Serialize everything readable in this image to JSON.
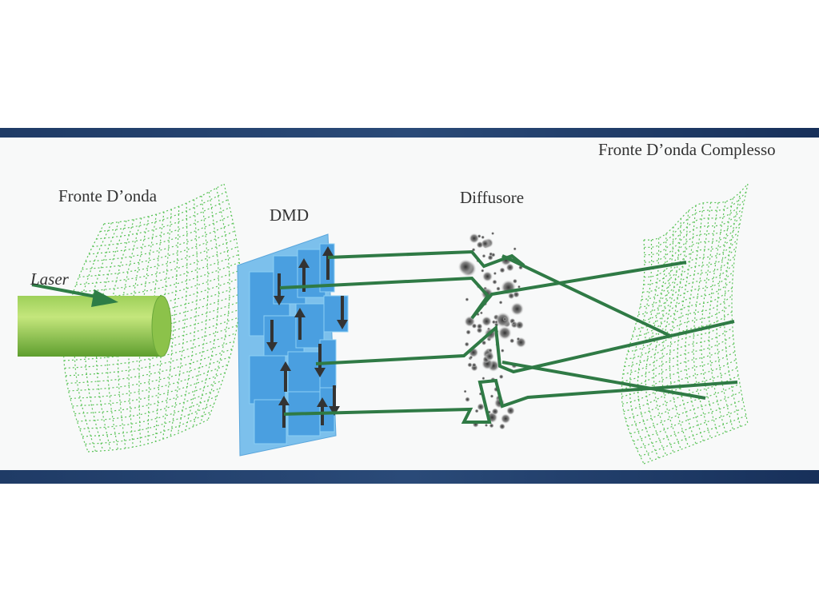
{
  "labels": {
    "wavefront": "Fronte D’onda",
    "laser": "Laser",
    "dmd": "DMD",
    "diffuser": "Diffusore",
    "complex_wavefront": "Fronte D’onda Complesso"
  },
  "colors": {
    "band": "#1b3560",
    "beam": "#2f7a45",
    "mesh": "#5cc45a",
    "dmd": "#7cc0ec",
    "tile": "#3f95da",
    "arrow": "#333333",
    "laser_light": "#b4e06a",
    "laser_dark": "#5e9e2e"
  }
}
